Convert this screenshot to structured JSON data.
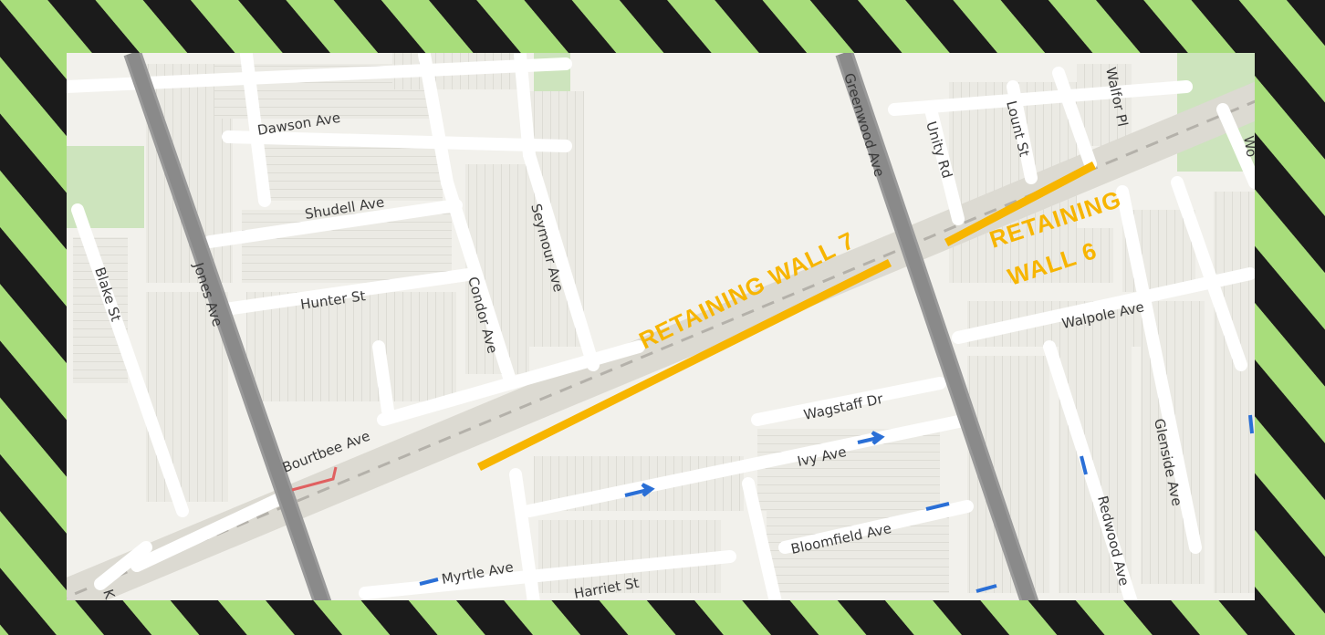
{
  "colors": {
    "stripe_green": "#a8dd7b",
    "stripe_black": "#1b1b1b",
    "map_background": "#f2f1ec",
    "parcel_fill": "#ebeae4",
    "parcel_line": "#c9c7c0",
    "road_minor": "#ffffff",
    "road_major": "#8f8f8f",
    "rail_corridor": "#dcdad2",
    "park": "#cde4bd",
    "wall_highlight": "#f7b500",
    "oneway_arrow": "#2a6fd6",
    "pedestrian_path": "#e06060"
  },
  "streets": {
    "dawson": "Dawson Ave",
    "shudell": "Shudell Ave",
    "hunter": "Hunter St",
    "seymour": "Seymour Ave",
    "condor": "Condor Ave",
    "blake": "Blake St",
    "jones": "Jones Ave",
    "bourtbee": "Bourtbee Ave",
    "greenwood": "Greenwood Ave",
    "unity": "Unity Rd",
    "lount": "Lount St",
    "walfor": "Walfor Pl",
    "walpole": "Walpole Ave",
    "wagstaff": "Wagstaff Dr",
    "ivy": "Ivy Ave",
    "bloomfield": "Bloomfield Ave",
    "myrtle": "Myrtle Ave",
    "harriet": "Harriet St",
    "glenside": "Glenside Ave",
    "redwood": "Redwood Ave",
    "edge_left": "K",
    "edge_right": "Wo"
  },
  "walls": {
    "wall7": "RETAINING WALL 7",
    "wall6_line1": "RETAINING",
    "wall6_line2": "WALL 6"
  }
}
